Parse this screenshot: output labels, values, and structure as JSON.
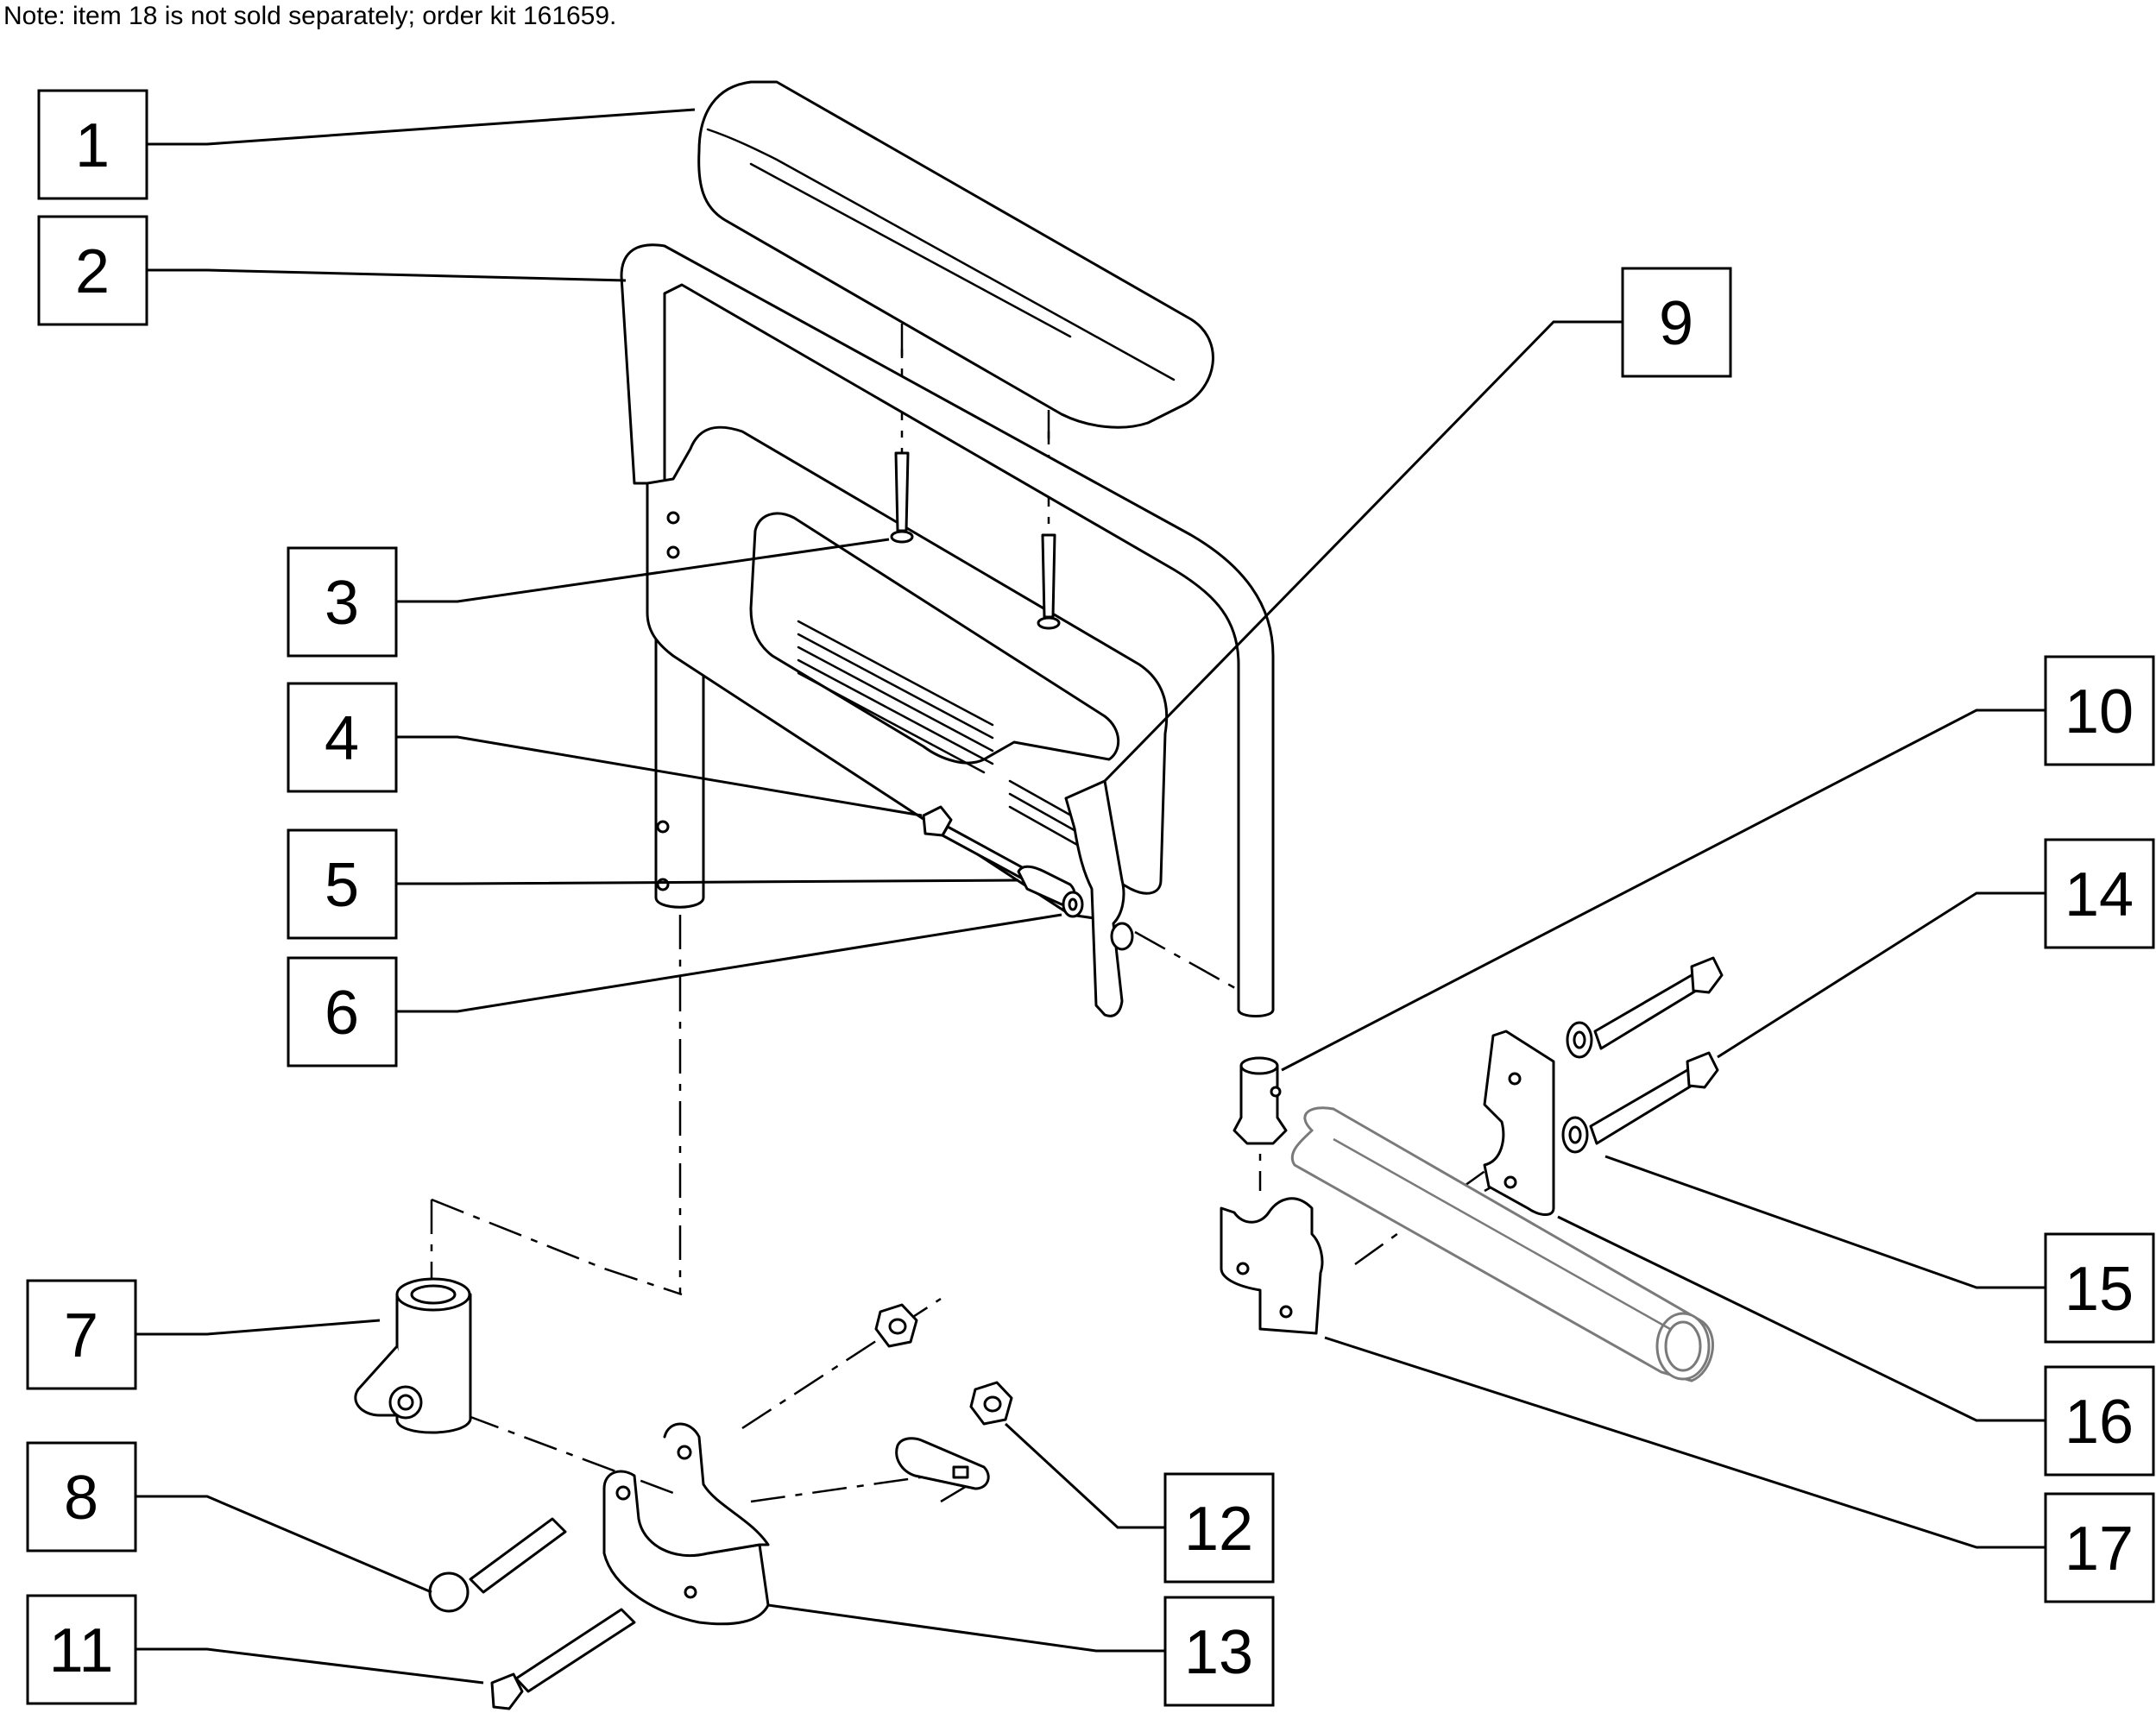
{
  "note": "Note: item 18 is not sold separately; order kit 161659.",
  "callouts": [
    {
      "id": "1",
      "label": "1"
    },
    {
      "id": "2",
      "label": "2"
    },
    {
      "id": "3",
      "label": "3"
    },
    {
      "id": "4",
      "label": "4"
    },
    {
      "id": "5",
      "label": "5"
    },
    {
      "id": "6",
      "label": "6"
    },
    {
      "id": "7",
      "label": "7"
    },
    {
      "id": "8",
      "label": "8"
    },
    {
      "id": "9",
      "label": "9"
    },
    {
      "id": "10",
      "label": "10"
    },
    {
      "id": "11",
      "label": "11"
    },
    {
      "id": "12",
      "label": "12"
    },
    {
      "id": "13",
      "label": "13"
    },
    {
      "id": "14",
      "label": "14"
    },
    {
      "id": "15",
      "label": "15"
    },
    {
      "id": "16",
      "label": "16"
    },
    {
      "id": "17",
      "label": "17"
    }
  ],
  "colors": {
    "line": "#000000",
    "frame_tube": "#7a7a7a",
    "background": "#ffffff"
  }
}
